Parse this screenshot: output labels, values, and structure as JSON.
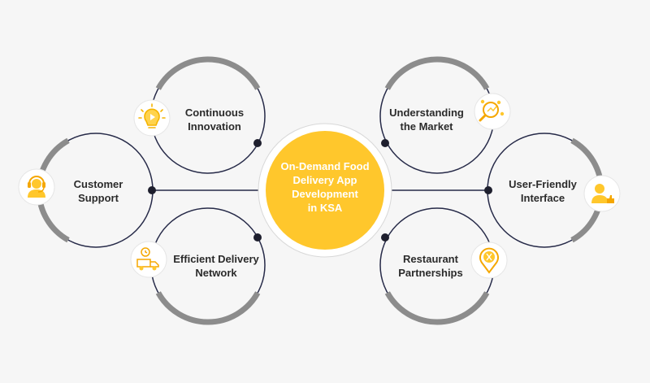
{
  "center": {
    "lines": [
      "On-Demand Food",
      "Delivery App",
      "Development",
      "in KSA"
    ]
  },
  "nodes": [
    {
      "id": "continuous-innovation",
      "lines": [
        "Continuous",
        "Innovation"
      ],
      "icon": "lightbulb-play-icon"
    },
    {
      "id": "customer-support",
      "lines": [
        "Customer",
        "Support"
      ],
      "icon": "headset-agent-icon"
    },
    {
      "id": "efficient-delivery-network",
      "lines": [
        "Efficient Delivery",
        "Network"
      ],
      "icon": "delivery-truck-icon"
    },
    {
      "id": "understanding-the-market",
      "lines": [
        "Understanding",
        "the Market"
      ],
      "icon": "market-analysis-icon"
    },
    {
      "id": "user-friendly-interface",
      "lines": [
        "User-Friendly",
        "Interface"
      ],
      "icon": "user-thumbs-up-icon"
    },
    {
      "id": "restaurant-partnerships",
      "lines": [
        "Restaurant",
        "Partnerships"
      ],
      "icon": "restaurant-pin-icon"
    }
  ],
  "colors": {
    "accent": "#ffc72c",
    "ring_dark": "#262a48",
    "ring_gray": "#8c8c8c",
    "background": "#f6f6f6"
  }
}
